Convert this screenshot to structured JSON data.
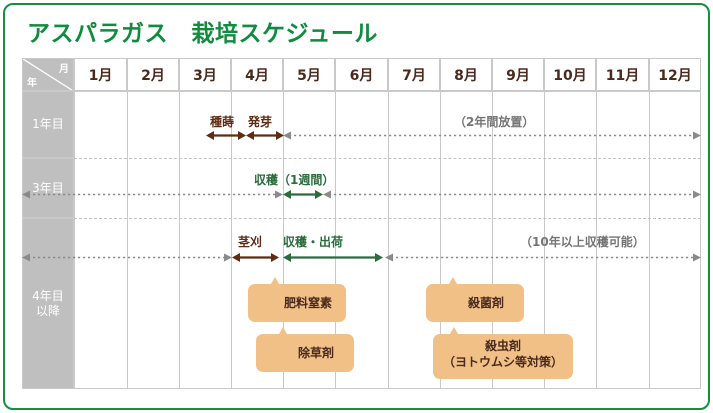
{
  "title": "アスパラガス　栽培スケジュール",
  "table": {
    "corner": {
      "month_label": "月",
      "year_label": "年"
    },
    "months": [
      "1月",
      "2月",
      "3月",
      "4月",
      "5月",
      "6月",
      "7月",
      "8月",
      "9月",
      "10月",
      "11月",
      "12月"
    ],
    "rows": [
      {
        "label": "1年目"
      },
      {
        "label": "3年目"
      },
      {
        "label": "4年目\n以降",
        "line1": "4年目",
        "line2": "以降"
      }
    ]
  },
  "annotations": {
    "sowing": "種蒔",
    "germination": "発芽",
    "leave_two_years": "（2年間放置）",
    "harvest_one_week": "収穫（1週間）",
    "stem_cut": "茎刈",
    "harvest_shipping": "収穫・出荷",
    "ten_years_harvestable": "（10年以上収穫可能）"
  },
  "callouts": [
    {
      "label": "肥料窒素"
    },
    {
      "label": "除草剤"
    },
    {
      "label": "殺菌剤"
    },
    {
      "label": "殺虫剤",
      "label2": "（ヨトウムシ等対策）"
    }
  ],
  "colors": {
    "brand_green": "#0f8c3e",
    "arrow_brown": "#5e2b13",
    "arrow_green": "#2b6b3c",
    "arrow_gray": "#8a8a8a",
    "callout_fill": "#f0c087",
    "row_label_bg": "#bfbfbf",
    "grid_line": "#c9c9c9"
  }
}
